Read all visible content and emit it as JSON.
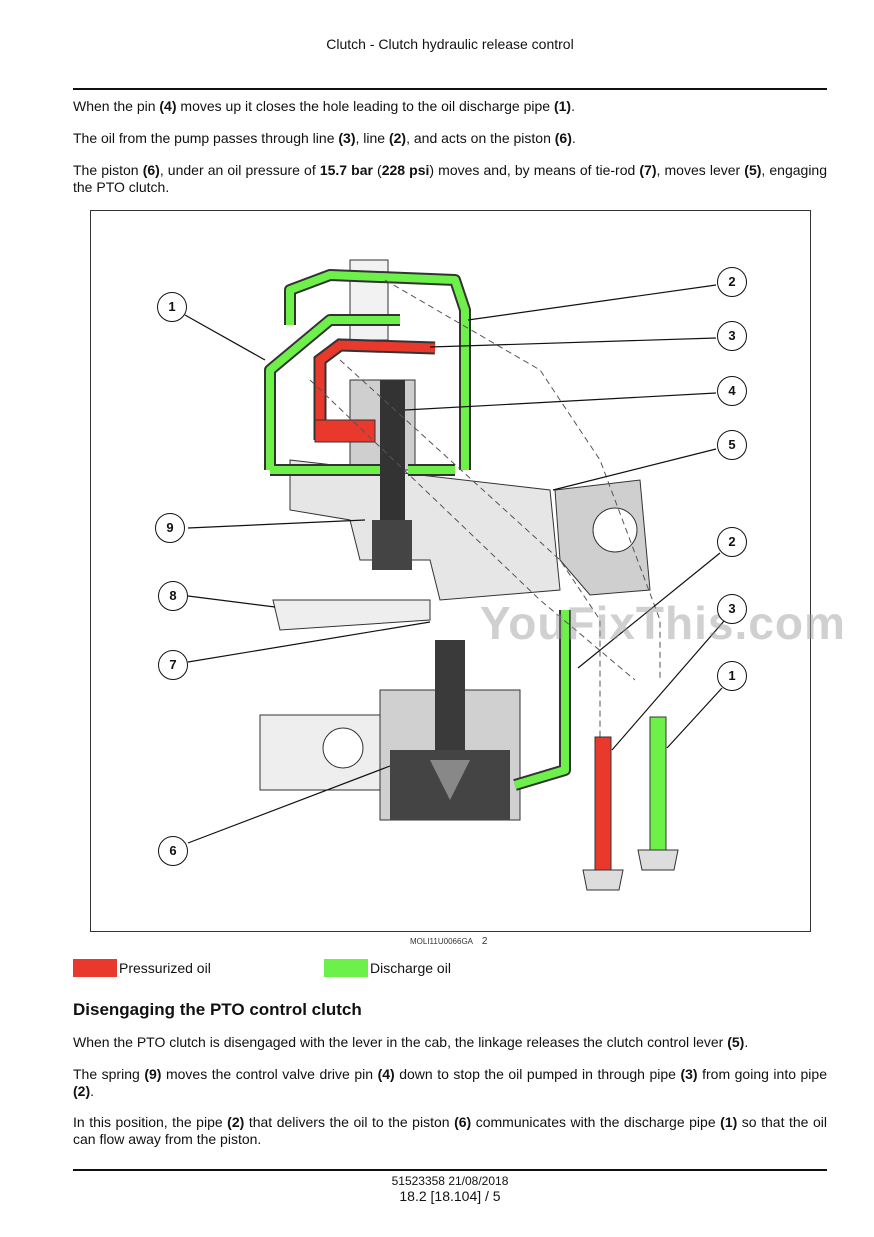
{
  "header": {
    "title": "Clutch - Clutch hydraulic release control"
  },
  "intro": [
    [
      "When the pin ",
      {
        "b": "(4)"
      },
      " moves up it closes the hole leading to the oil discharge pipe ",
      {
        "b": "(1)"
      },
      "."
    ],
    [
      "The oil from the pump passes through line ",
      {
        "b": "(3)"
      },
      ", line ",
      {
        "b": "(2)"
      },
      ", and acts on the piston ",
      {
        "b": "(6)"
      },
      "."
    ],
    [
      "The piston ",
      {
        "b": "(6)"
      },
      ", under an oil pressure of ",
      {
        "b": "15.7 bar"
      },
      " (",
      {
        "b": "228 psi"
      },
      ") moves and, by means of tie-rod ",
      {
        "b": "(7)"
      },
      ", moves lever ",
      {
        "b": "(5)"
      },
      ", engaging the PTO clutch."
    ]
  ],
  "figure": {
    "callouts_left": [
      "1",
      "9",
      "8",
      "7",
      "6"
    ],
    "callouts_right": [
      "2",
      "3",
      "4",
      "5",
      "2",
      "3",
      "1"
    ],
    "caption_code": "MOLI11U0066GA",
    "caption_number": "2",
    "watermark": "YouFixThis.com"
  },
  "legend": [
    {
      "label": "Pressurized oil",
      "color": "#e8392c"
    },
    {
      "label": "Discharge oil",
      "color": "#6ef04a"
    }
  ],
  "section": {
    "heading": "Disengaging the PTO control clutch",
    "paragraphs": [
      [
        "When the PTO clutch is disengaged with the lever in the cab, the linkage releases the clutch control lever ",
        {
          "b": "(5)"
        },
        "."
      ],
      [
        "The spring ",
        {
          "b": "(9)"
        },
        " moves the control valve drive pin ",
        {
          "b": "(4)"
        },
        " down to stop the oil pumped in through pipe ",
        {
          "b": "(3)"
        },
        " from going into pipe ",
        {
          "b": "(2)"
        },
        "."
      ],
      [
        "In this position, the pipe ",
        {
          "b": "(2)"
        },
        " that delivers the oil to the piston ",
        {
          "b": "(6)"
        },
        " communicates with the discharge pipe ",
        {
          "b": "(1)"
        },
        " so that the oil can flow away from the piston."
      ]
    ]
  },
  "footer": {
    "doc": "51523358 21/08/2018",
    "page": "18.2 [18.104] / 5"
  }
}
